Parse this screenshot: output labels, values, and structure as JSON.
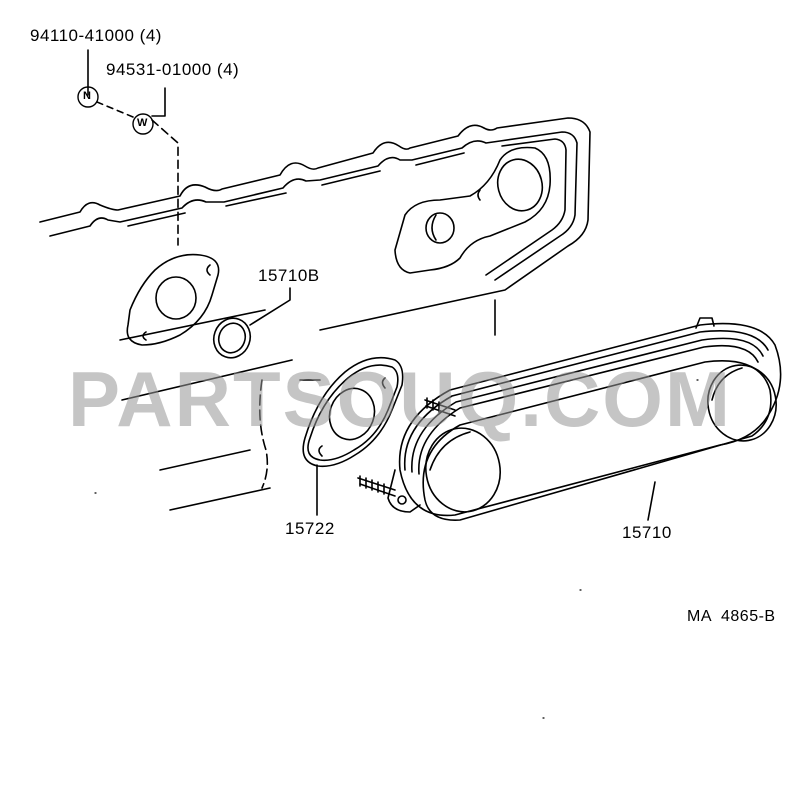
{
  "diagram": {
    "callouts": [
      {
        "id": "callout-nut",
        "text": "94110-41000 (4)"
      },
      {
        "id": "callout-washer",
        "text": "94531-01000 (4)"
      },
      {
        "id": "callout-gasket-ring",
        "text": "15710B"
      },
      {
        "id": "callout-gasket",
        "text": "15722"
      },
      {
        "id": "callout-oil-cooler",
        "text": "15710"
      }
    ],
    "symbols": {
      "nut": "N",
      "washer": "W"
    },
    "reference_code": "MA  4865-B"
  },
  "watermark": {
    "text": "PARTSOUQ.COM",
    "color": "#999999"
  },
  "colors": {
    "line": "#000000",
    "background": "#ffffff"
  }
}
